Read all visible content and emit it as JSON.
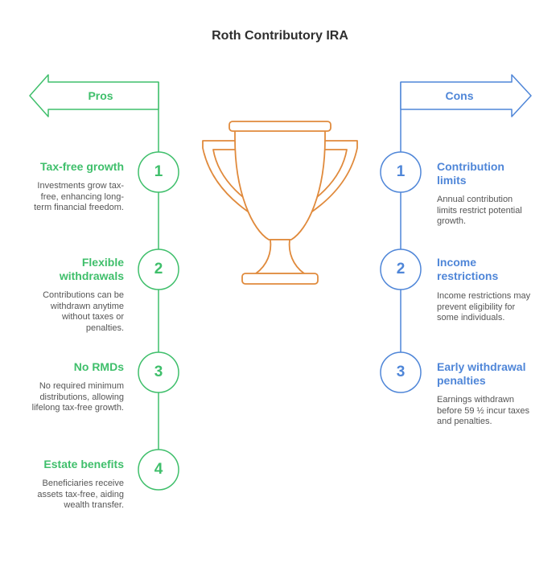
{
  "title": "Roth Contributory IRA",
  "colors": {
    "pros": "#3fbf6b",
    "cons": "#4f86d8",
    "trophy": "#e08a3c"
  },
  "icons": {
    "trophy": "trophy-icon"
  },
  "pros": {
    "label": "Pros",
    "items": [
      {
        "number": "1",
        "heading": "Tax-free growth",
        "description": "Investments grow tax-free, enhancing long-term financial freedom."
      },
      {
        "number": "2",
        "heading": "Flexible withdrawals",
        "description": "Contributions can be withdrawn anytime without taxes or penalties."
      },
      {
        "number": "3",
        "heading": "No RMDs",
        "description": "No required minimum distributions, allowing lifelong tax-free growth."
      },
      {
        "number": "4",
        "heading": "Estate benefits",
        "description": "Beneficiaries receive assets tax-free, aiding wealth transfer."
      }
    ]
  },
  "cons": {
    "label": "Cons",
    "items": [
      {
        "number": "1",
        "heading": "Contribution limits",
        "description": "Annual contribution limits restrict potential growth."
      },
      {
        "number": "2",
        "heading": "Income restrictions",
        "description": "Income restrictions may prevent eligibility for some individuals."
      },
      {
        "number": "3",
        "heading": "Early withdrawal penalties",
        "description": "Earnings withdrawn before 59 ½ incur taxes and penalties."
      }
    ]
  }
}
